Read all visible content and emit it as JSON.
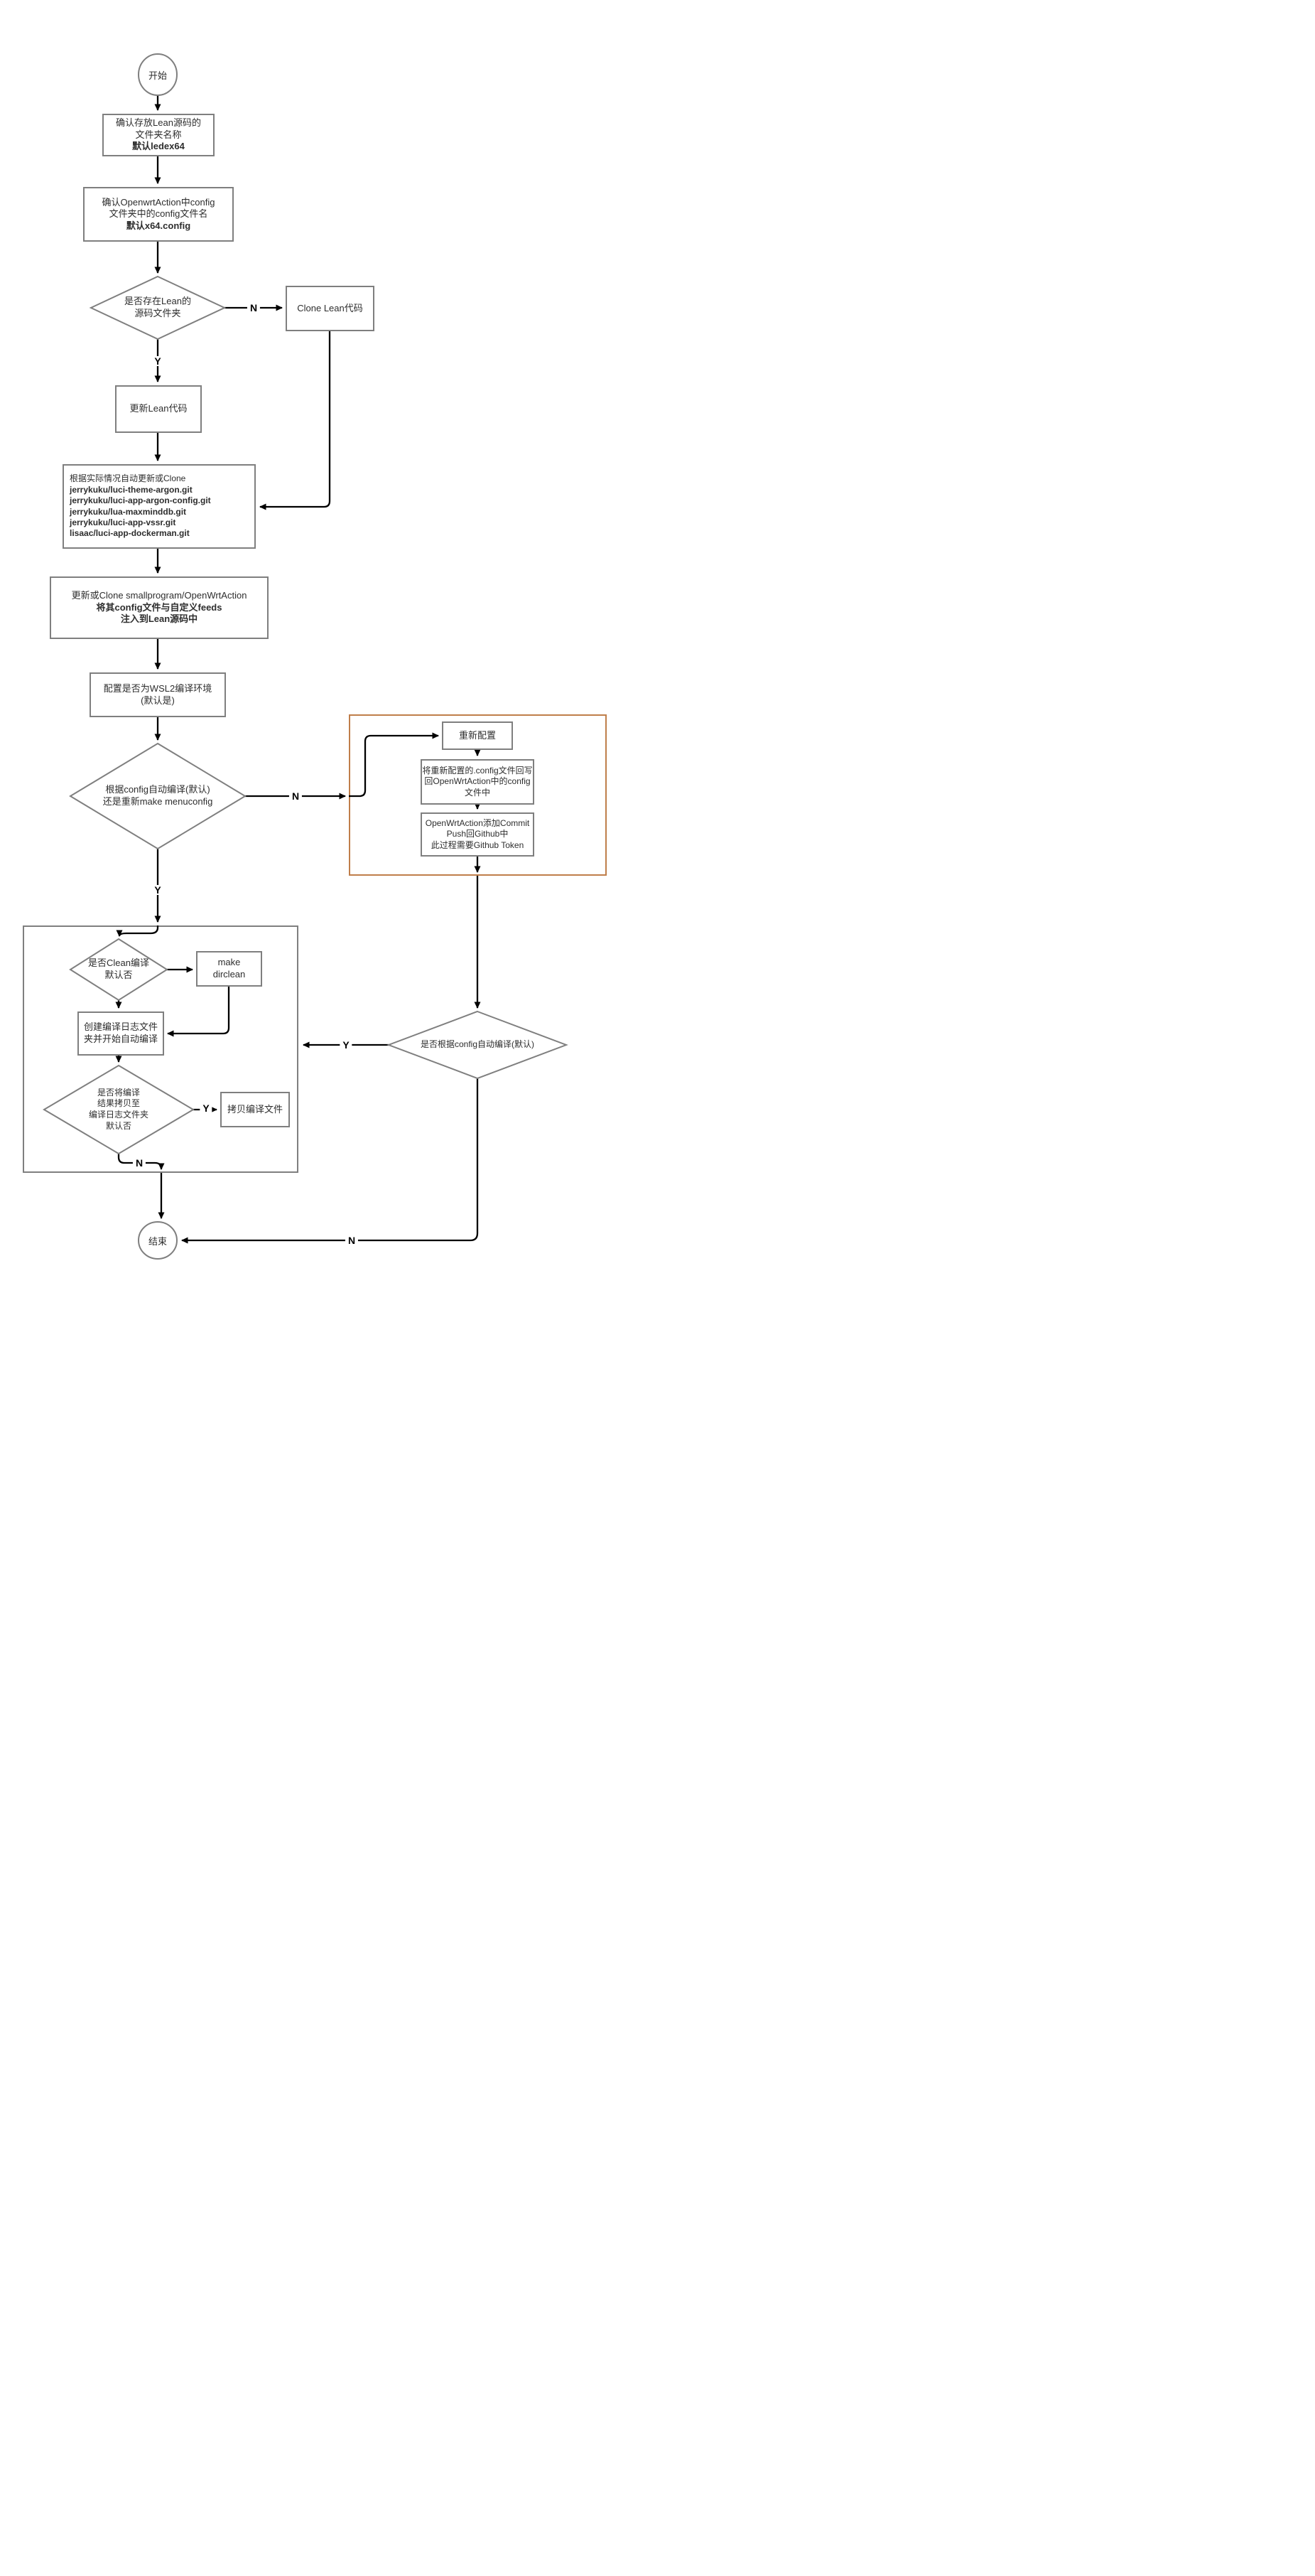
{
  "nodes": {
    "start": {
      "label": "开始"
    },
    "confirm_folder": {
      "lines": [
        "确认存放Lean源码的",
        "文件夹名称",
        "默认ledex64"
      ]
    },
    "confirm_config": {
      "lines": [
        "确认OpenwrtAction中config",
        "文件夹中的config文件名",
        "默认x64.config"
      ]
    },
    "lean_exists": {
      "lines": [
        "是否存在Lean的",
        "源码文件夹"
      ]
    },
    "clone_lean": {
      "label": "Clone Lean代码"
    },
    "update_lean": {
      "label": "更新Lean代码"
    },
    "update_repos": {
      "lines": [
        "根据实际情况自动更新或Clone",
        "jerrykuku/luci-theme-argon.git",
        "jerrykuku/luci-app-argon-config.git",
        "jerrykuku/lua-maxminddb.git",
        "jerrykuku/luci-app-vssr.git",
        "lisaac/luci-app-dockerman.git"
      ]
    },
    "update_openwrtaction": {
      "lines": [
        "更新或Clone smallprogram/OpenWrtAction",
        "将其config文件与自定义feeds",
        "注入到Lean源码中"
      ]
    },
    "wsl2": {
      "lines": [
        "配置是否为WSL2编译环境",
        "(默认是)"
      ]
    },
    "auto_or_menuconfig": {
      "lines": [
        "根据config自动编译(默认)",
        "还是重新make menuconfig"
      ]
    },
    "reconfigure": {
      "label": "重新配置"
    },
    "writeback": {
      "lines": [
        "将重新配置的.config文件回写",
        "回OpenWrtAction中的config",
        "文件中"
      ]
    },
    "commit_push": {
      "lines": [
        "OpenWrtAction添加Commit",
        "Push回Github中",
        "此过程需要Github Token"
      ]
    },
    "auto_compile": {
      "label": "是否根据config自动编译(默认)"
    },
    "clean_build": {
      "lines": [
        "是否Clean编译",
        "默认否"
      ]
    },
    "make_dirclean": {
      "lines": [
        "make",
        "dirclean"
      ]
    },
    "create_log": {
      "lines": [
        "创建编译日志文件",
        "夹并开始自动编译"
      ]
    },
    "copy_result": {
      "lines": [
        "是否将编译",
        "结果拷贝至",
        "编译日志文件夹",
        "默认否"
      ]
    },
    "copy_files": {
      "label": "拷贝编译文件"
    },
    "end": {
      "label": "结束"
    }
  },
  "edge_labels": {
    "lean_exists_n": "N",
    "lean_exists_y": "Y",
    "auto_n": "N",
    "auto_y": "Y",
    "auto_compile_y": "Y",
    "auto_compile_n": "N",
    "copy_y": "Y",
    "copy_n": "N"
  },
  "colors": {
    "shape_border": "#7f7f7f",
    "connector_line": "#000000",
    "group_border": "#7f7f7f",
    "highlight_group_border": "#bf7e4a",
    "text": "#2d2d2d",
    "background": "#ffffff"
  }
}
